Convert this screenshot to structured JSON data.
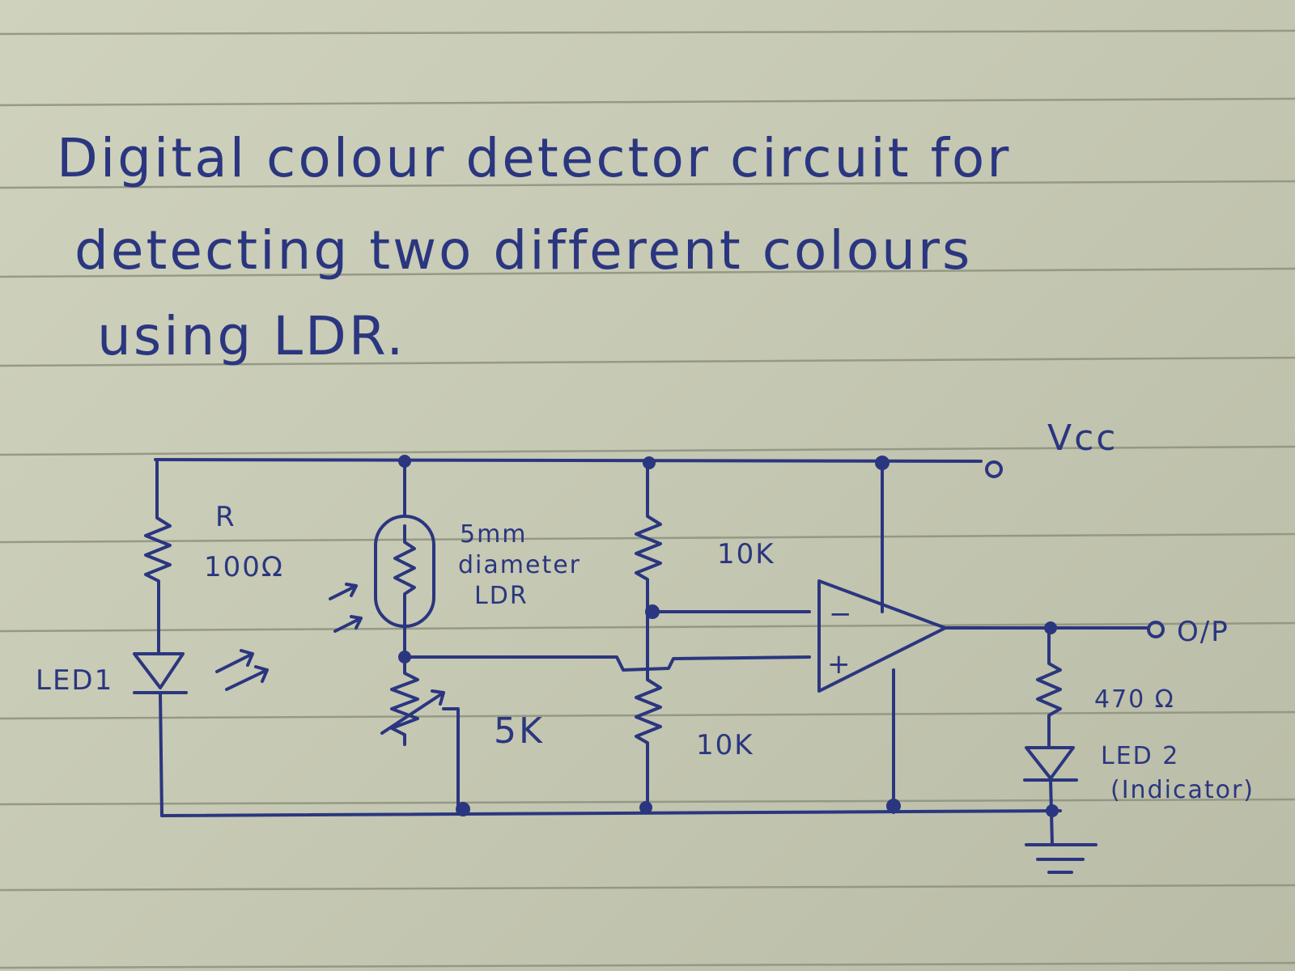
{
  "title": {
    "line1": "Digital colour detector circuit for",
    "line2": "detecting two different colours",
    "line3": "using LDR."
  },
  "labels": {
    "vcc": "Vcc",
    "resistor_r": "R",
    "resistor_r_value": "100Ω",
    "led1": "LED1",
    "ldr_line1": "5mm",
    "ldr_line2": "diameter",
    "ldr_line3": "LDR",
    "pot_value": "5K",
    "r_top_value": "10K",
    "r_bottom_value": "10K",
    "opamp_minus": "−",
    "opamp_plus": "+",
    "output": "O/P",
    "r_out_value": "470 Ω",
    "led2_line1": "LED 2",
    "led2_line2": "(Indicator)"
  },
  "colors": {
    "ink": "#2b3680",
    "paper": "#c9ccb6",
    "ruled_line": "#8d917e"
  }
}
